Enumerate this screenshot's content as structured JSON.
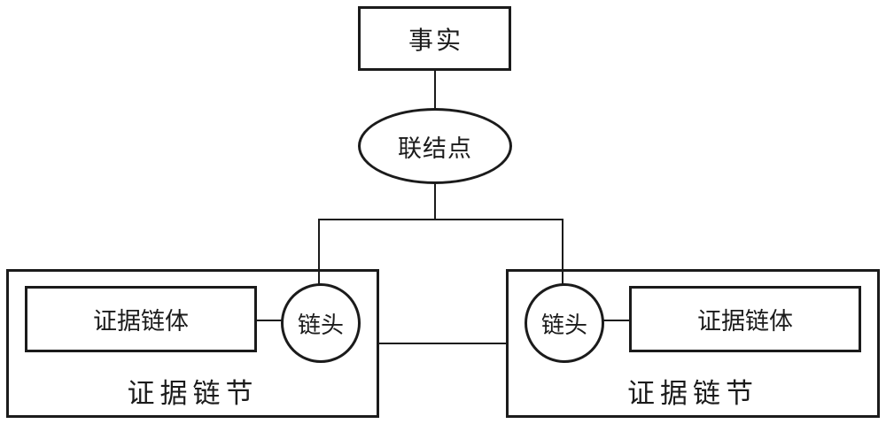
{
  "colors": {
    "ink": "#1b1b1b",
    "paper": "#ffffff"
  },
  "nodes": {
    "fact_label": "事实",
    "junction_label": "联结点"
  },
  "left_link": {
    "body_label": "证据链体",
    "head_label": "链头",
    "caption": "证据链节"
  },
  "right_link": {
    "head_label": "链头",
    "body_label": "证据链体",
    "caption": "证据链节"
  }
}
